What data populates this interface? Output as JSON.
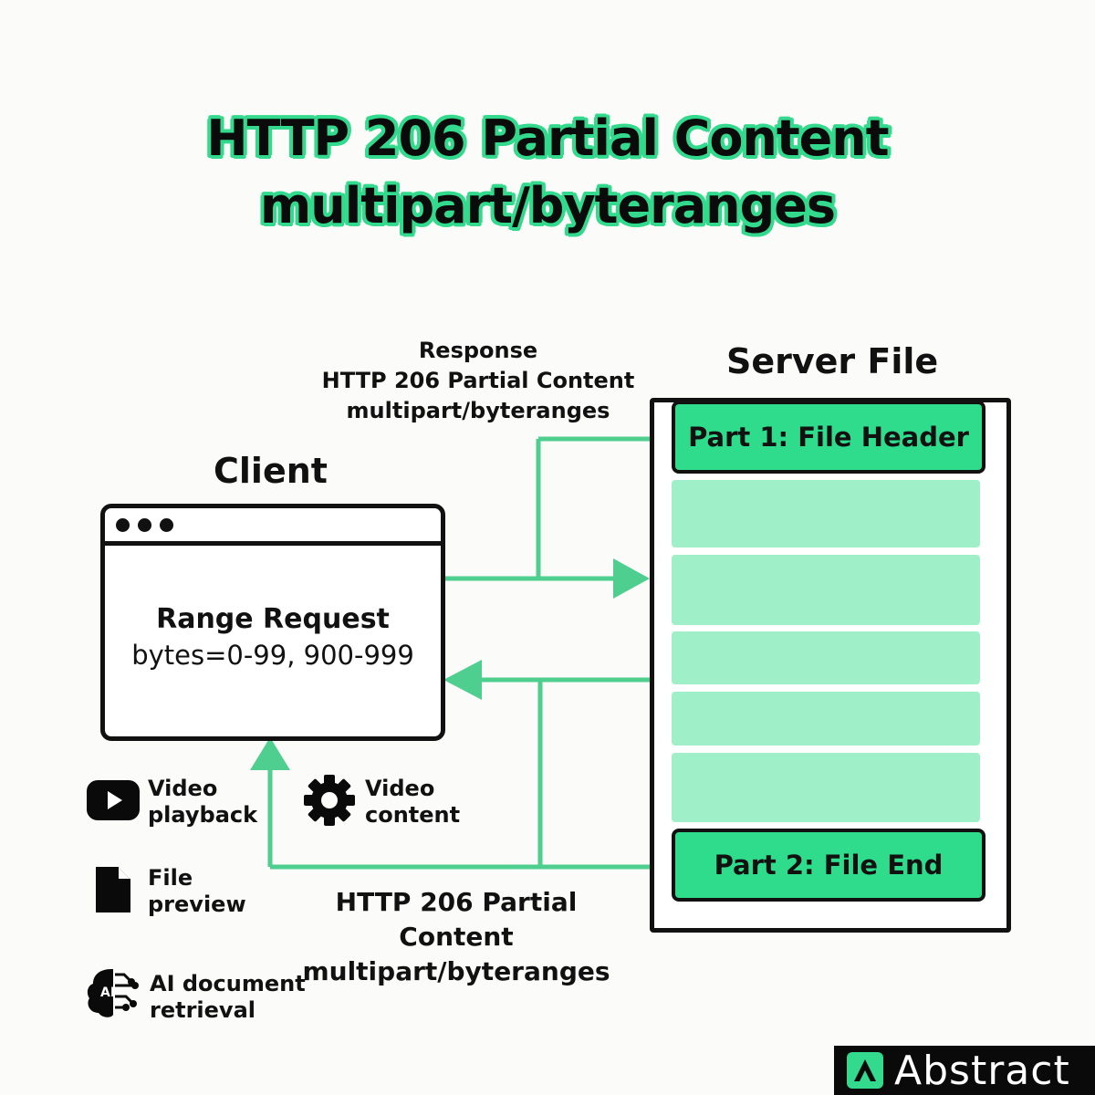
{
  "title": {
    "line1": "HTTP 206 Partial Content",
    "line2": "multipart/byteranges"
  },
  "client": {
    "heading": "Client",
    "request_title": "Range Request",
    "request_value": "bytes=0-99, 900-999"
  },
  "server": {
    "heading": "Server File",
    "part1": "Part 1: File Header",
    "part2": "Part 2: File End"
  },
  "response_label": {
    "line1": "Response",
    "line2": "HTTP 206 Partial Content",
    "line3": "multipart/byteranges"
  },
  "bottom_label": {
    "line1": "HTTP 206 Partial Content",
    "line2": "multipart/byteranges"
  },
  "features": [
    {
      "icon": "play-icon",
      "line1": "Video",
      "line2": "playback"
    },
    {
      "icon": "gear-icon",
      "line1": "Video",
      "line2": "content"
    },
    {
      "icon": "file-icon",
      "line1": "File",
      "line2": "preview"
    },
    {
      "icon": "ai-brain-icon",
      "line1": "AI document",
      "line2": "retrieval",
      "badge": "AI"
    }
  ],
  "brand": {
    "name": "Abstract"
  },
  "colors": {
    "accent": "#33d98c",
    "arrow": "#4fcf8f",
    "part_fill": "#2fdc8c",
    "block_fill": "#9fefc9"
  }
}
